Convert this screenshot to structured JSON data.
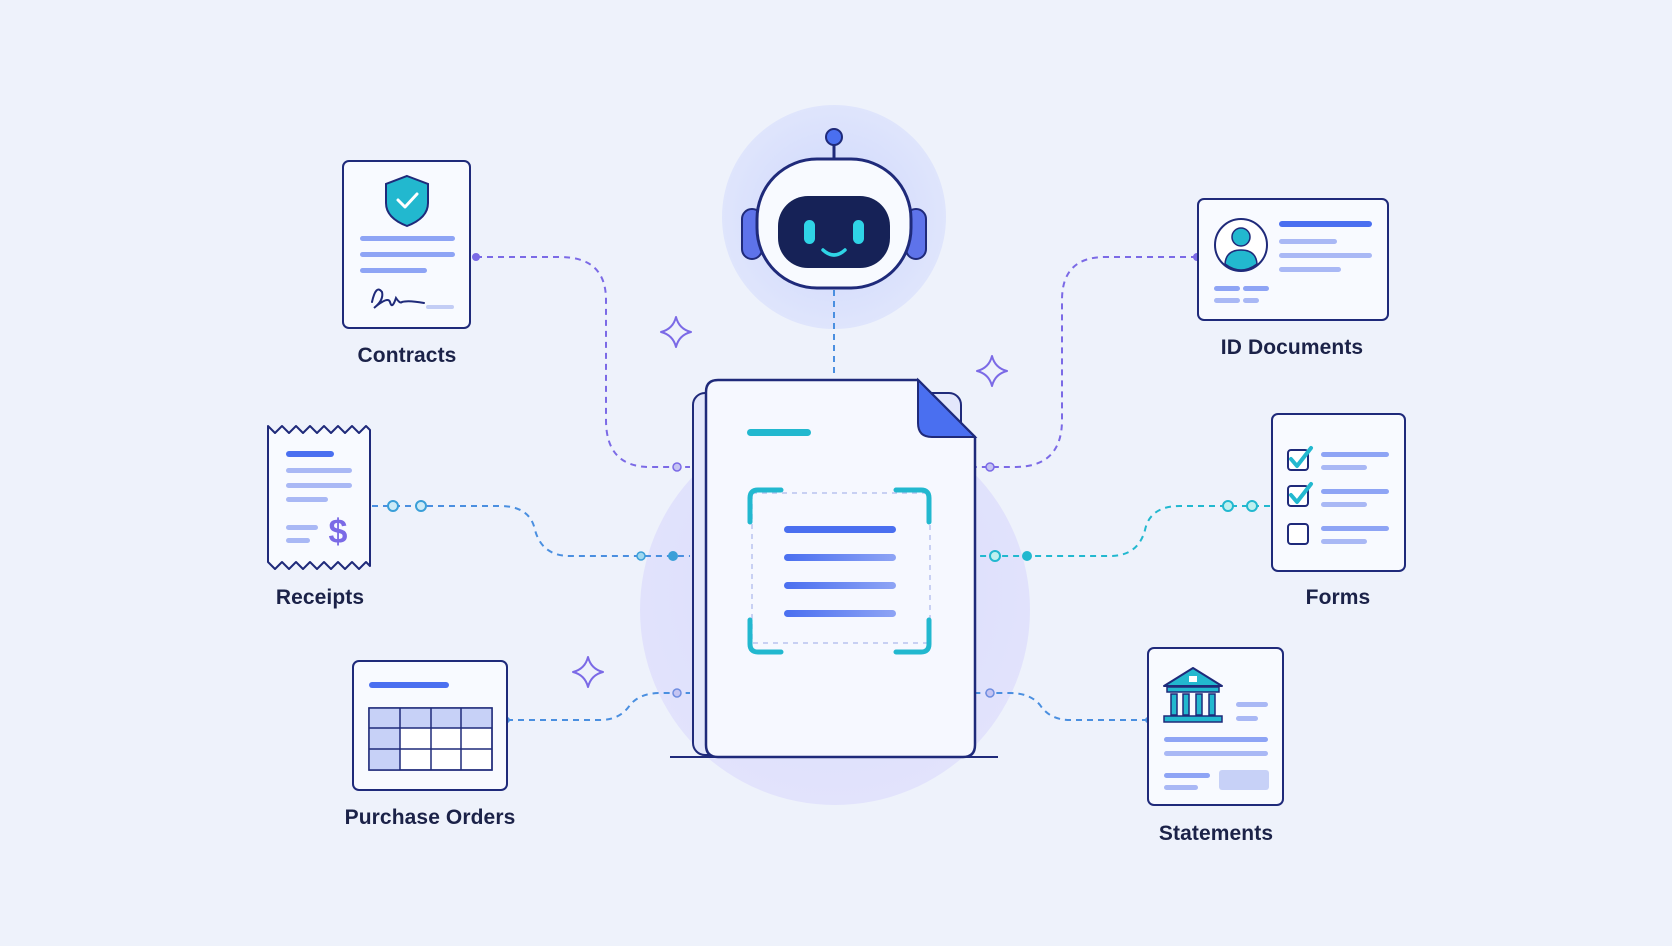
{
  "colors": {
    "background": "#eef2fb",
    "navy": "#1f2a7a",
    "accent_blue": "#4a6ff0",
    "accent_cyan": "#22b8cf",
    "accent_purple": "#7b6ae6"
  },
  "center": {
    "icon": "robot-icon",
    "document_icon": "scanned-document-icon"
  },
  "documents": [
    {
      "id": "contracts",
      "label": "Contracts",
      "icon": "shield-check-icon"
    },
    {
      "id": "receipts",
      "label": "Receipts",
      "icon": "dollar-icon"
    },
    {
      "id": "purchase-orders",
      "label": "Purchase Orders",
      "icon": "table-icon"
    },
    {
      "id": "id-documents",
      "label": "ID Documents",
      "icon": "user-icon"
    },
    {
      "id": "forms",
      "label": "Forms",
      "icon": "checkbox-icon"
    },
    {
      "id": "statements",
      "label": "Statements",
      "icon": "bank-icon"
    }
  ]
}
